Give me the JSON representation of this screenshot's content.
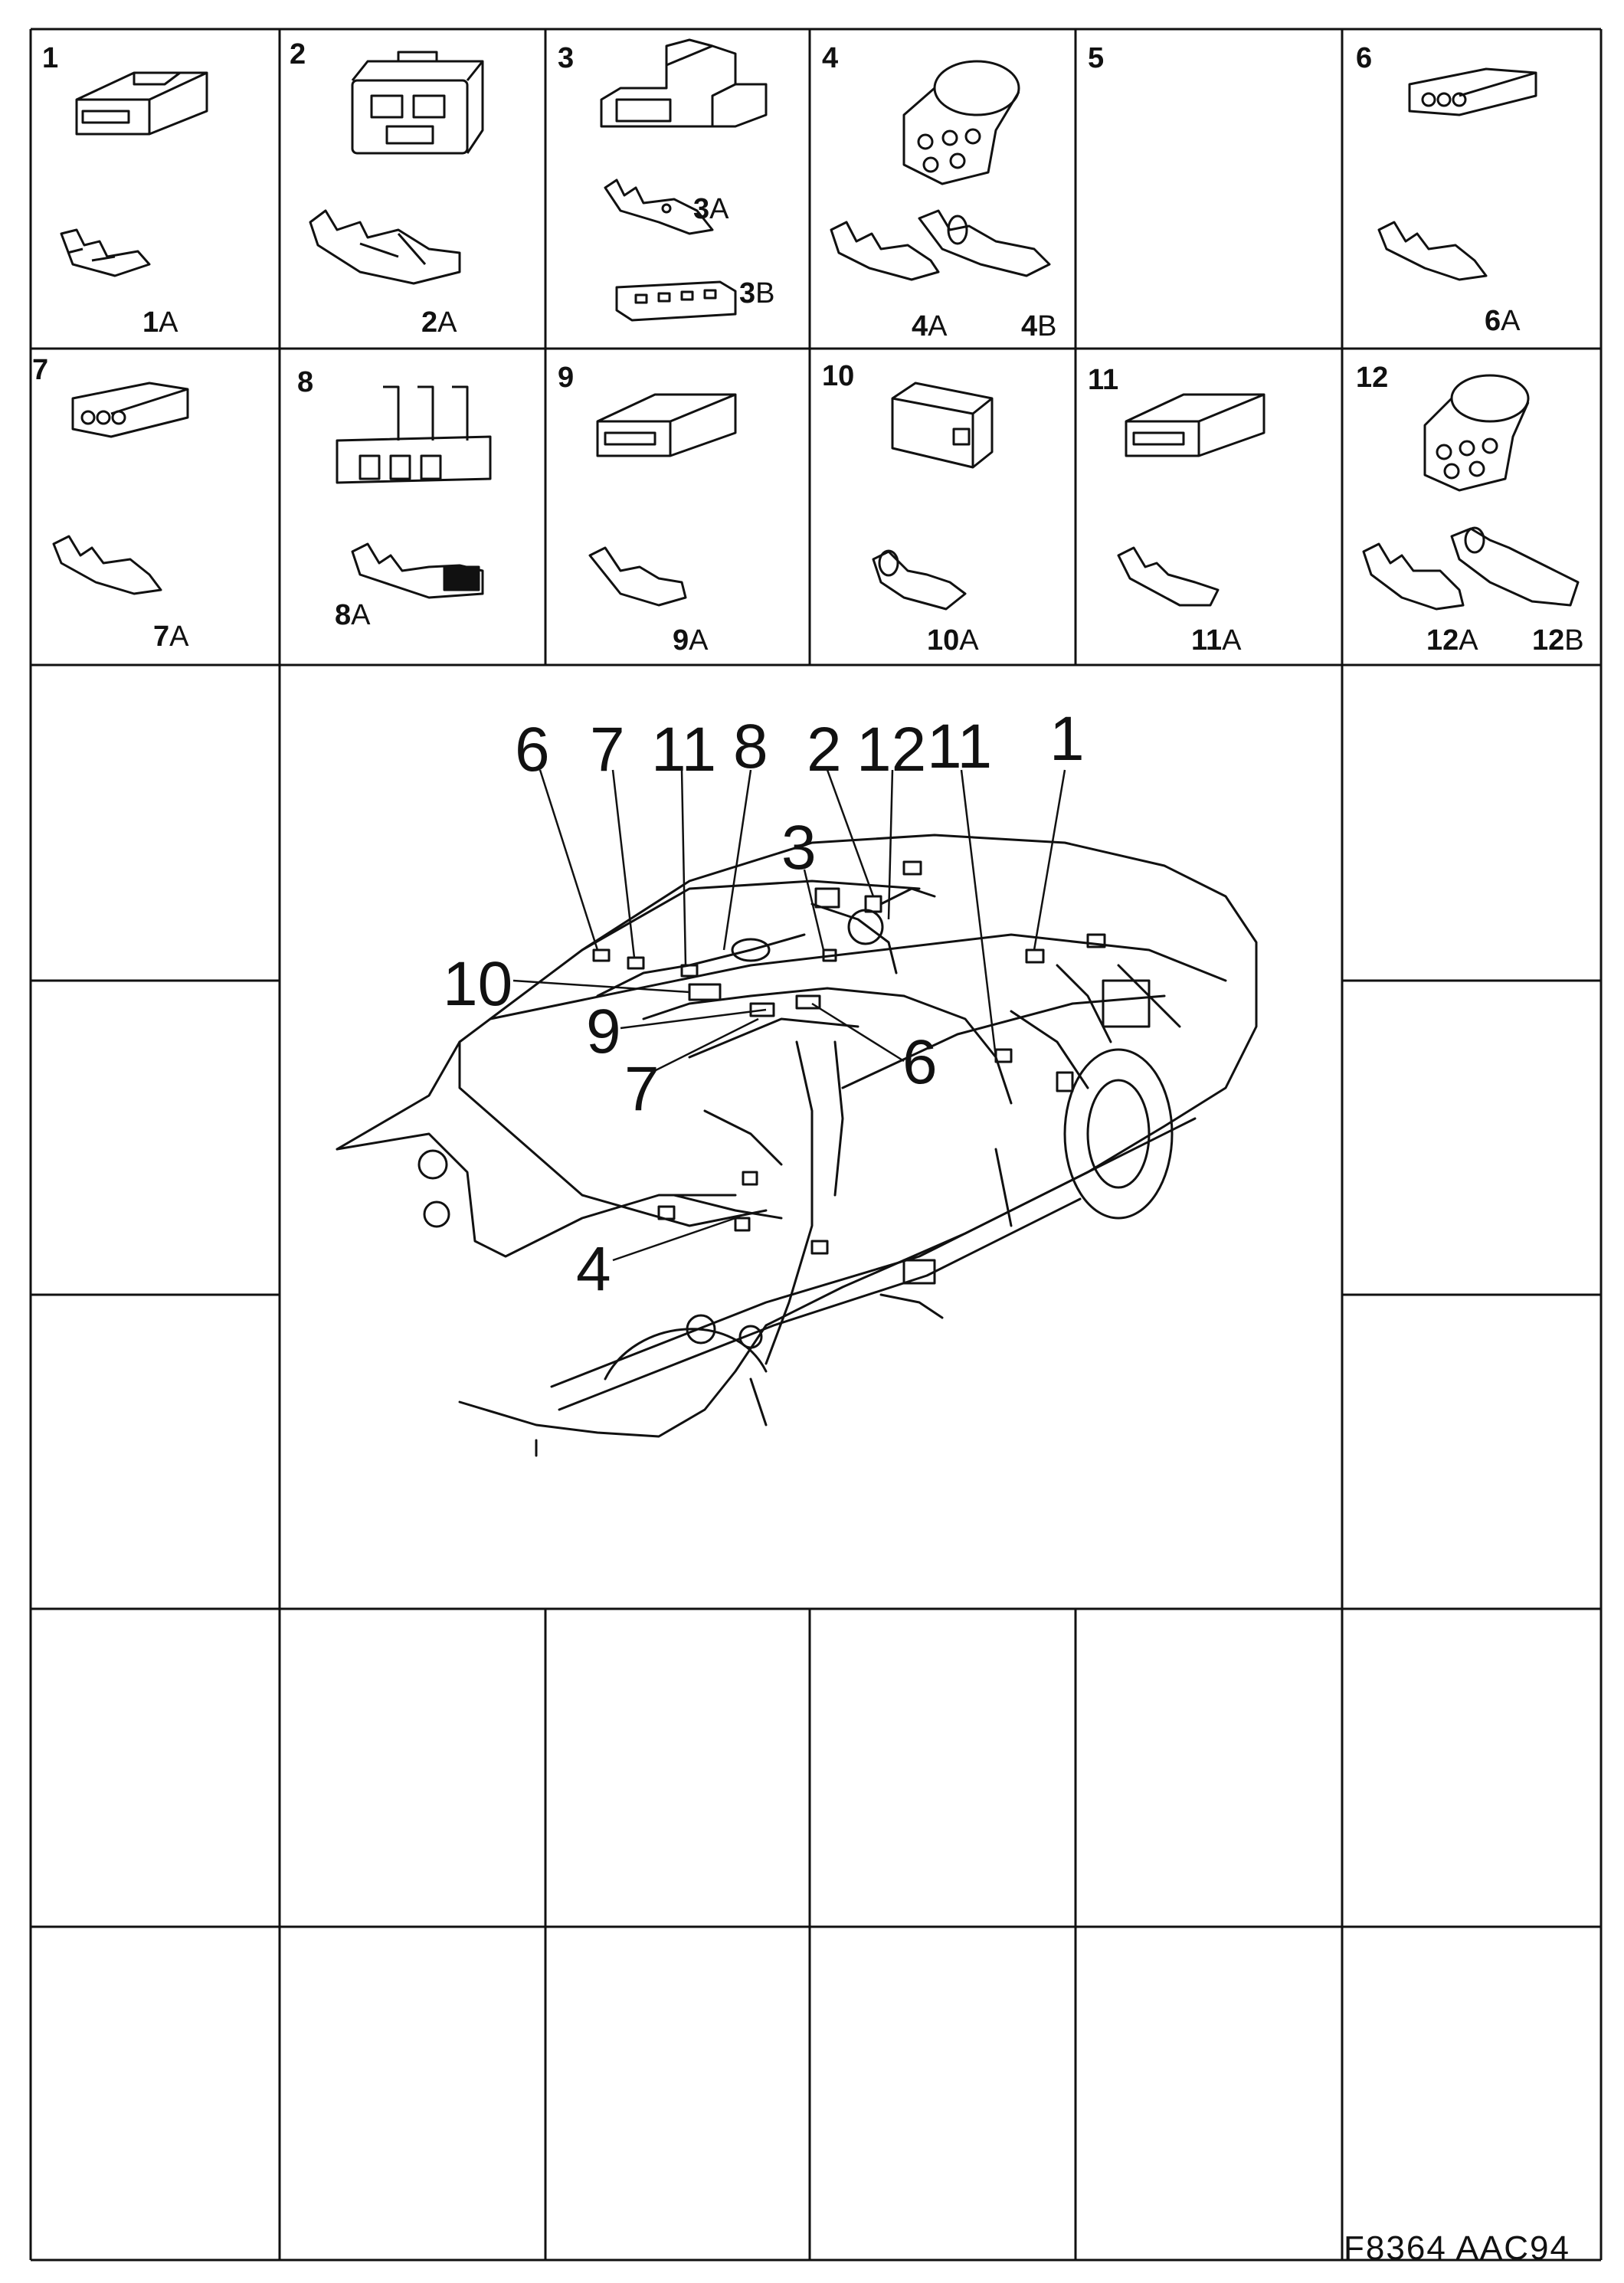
{
  "cells": [
    {
      "num": "1",
      "parts": [
        "1A"
      ]
    },
    {
      "num": "2",
      "parts": [
        "2A"
      ]
    },
    {
      "num": "3",
      "parts": [
        "3A",
        "3B"
      ]
    },
    {
      "num": "4",
      "parts": [
        "4A",
        "4B"
      ]
    },
    {
      "num": "5",
      "parts": []
    },
    {
      "num": "6",
      "parts": [
        "6A"
      ]
    },
    {
      "num": "7",
      "parts": [
        "7A"
      ]
    },
    {
      "num": "8",
      "parts": [
        "8A"
      ]
    },
    {
      "num": "9",
      "parts": [
        "9A"
      ]
    },
    {
      "num": "10",
      "parts": [
        "10A"
      ]
    },
    {
      "num": "11",
      "parts": [
        "11A"
      ]
    },
    {
      "num": "12",
      "parts": [
        "12A",
        "12B"
      ]
    }
  ],
  "callouts": [
    "6",
    "7",
    "11",
    "8",
    "2",
    "12",
    "11",
    "1",
    "3",
    "10",
    "9",
    "6",
    "7",
    "4"
  ],
  "reference_code": "F8364  AAC94"
}
